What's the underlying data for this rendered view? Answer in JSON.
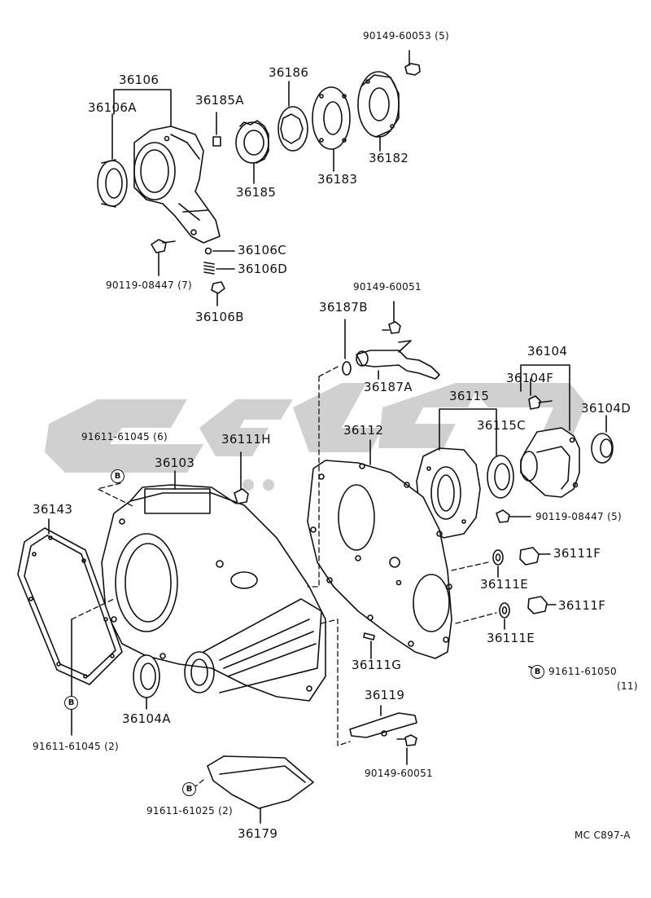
{
  "diagram": {
    "code": "MC  C897-A",
    "badge_letter": "B",
    "parts": {
      "p36106": "36106",
      "p36106A": "36106A",
      "p36185A": "36185A",
      "p36186": "36186",
      "p90149_60053": "90149-60053",
      "p90149_60053_qty": "(5)",
      "p36185": "36185",
      "p36183": "36183",
      "p36182": "36182",
      "p36106C": "36106C",
      "p36106D": "36106D",
      "p90119_08447a": "90119-08447",
      "p90119_08447a_qty": "(7)",
      "p36106B": "36106B",
      "p90149_60051a": "90149-60051",
      "p36187B": "36187B",
      "p36187A": "36187A",
      "p36104": "36104",
      "p36104F": "36104F",
      "p36104D": "36104D",
      "p36115": "36115",
      "p36115C": "36115C",
      "p91611_61045a": "91611-61045",
      "p91611_61045a_qty": "(6)",
      "p36111H": "36111H",
      "p36112": "36112",
      "p36103": "36103",
      "p36143": "36143",
      "p90119_08447b": "90119-08447",
      "p90119_08447b_qty": "(5)",
      "p36111F_1": "36111F",
      "p36111E_1": "36111E",
      "p36111F_2": "36111F",
      "p36111E_2": "36111E",
      "p36111G": "36111G",
      "p91611_61050": "91611-61050",
      "p91611_61050_qty": "(11)",
      "p36104A": "36104A",
      "p36119": "36119",
      "p91611_61045b": "91611-61045",
      "p91611_61045b_qty": "(2)",
      "p90149_60051b": "90149-60051",
      "p91611_61025": "91611-61025",
      "p91611_61025_qty": "(2)",
      "p36179": "36179"
    }
  },
  "colors": {
    "line": "#111111",
    "watermark": "#c9c9c9",
    "paper": "#ffffff"
  }
}
